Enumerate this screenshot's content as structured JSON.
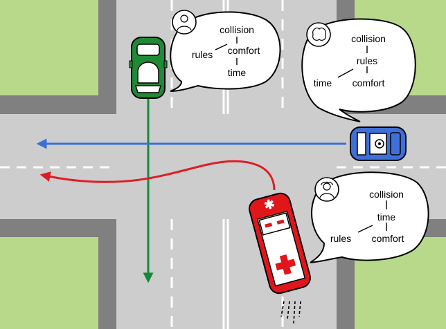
{
  "colors": {
    "grass": "#b8d98a",
    "road": "#cdcdcd",
    "curb": "#808080",
    "lane_mark": "#ffffff",
    "car_green": "#1e8a35",
    "car_blue": "#3f6fd8",
    "ambulance_red": "#e0161b",
    "arrow_green": "#158a3a",
    "arrow_blue": "#3b6fd6",
    "arrow_red": "#df1c24"
  },
  "agents": [
    {
      "id": "green-car",
      "avatar_icon": "person-avatar-icon",
      "bubble": {
        "top": "collision",
        "left": "rules",
        "right": "comfort",
        "bottom": "time"
      }
    },
    {
      "id": "blue-car",
      "avatar_icon": "ai-brain-icon",
      "bubble": {
        "top": "collision",
        "middle": "rules",
        "left": "time",
        "right": "comfort"
      }
    },
    {
      "id": "ambulance",
      "avatar_icon": "female-avatar-icon",
      "bubble": {
        "top": "collision",
        "middle": "time",
        "left": "rules",
        "right": "comfort"
      }
    }
  ],
  "ambulance_cross_symbol": "✱"
}
